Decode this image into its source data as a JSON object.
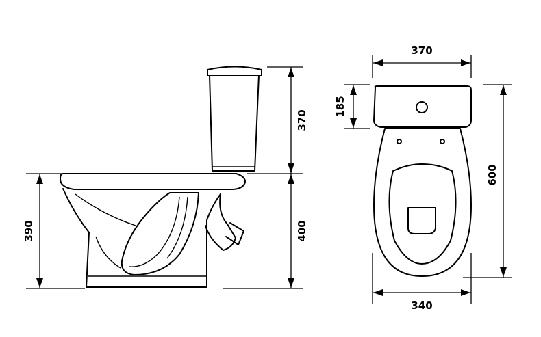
{
  "dimensions": {
    "side_tank_height": "370",
    "side_bowl_height": "400",
    "side_seat_height": "390",
    "top_tank_width": "370",
    "top_tank_depth": "185",
    "top_total_length": "600",
    "top_bowl_width": "340"
  }
}
